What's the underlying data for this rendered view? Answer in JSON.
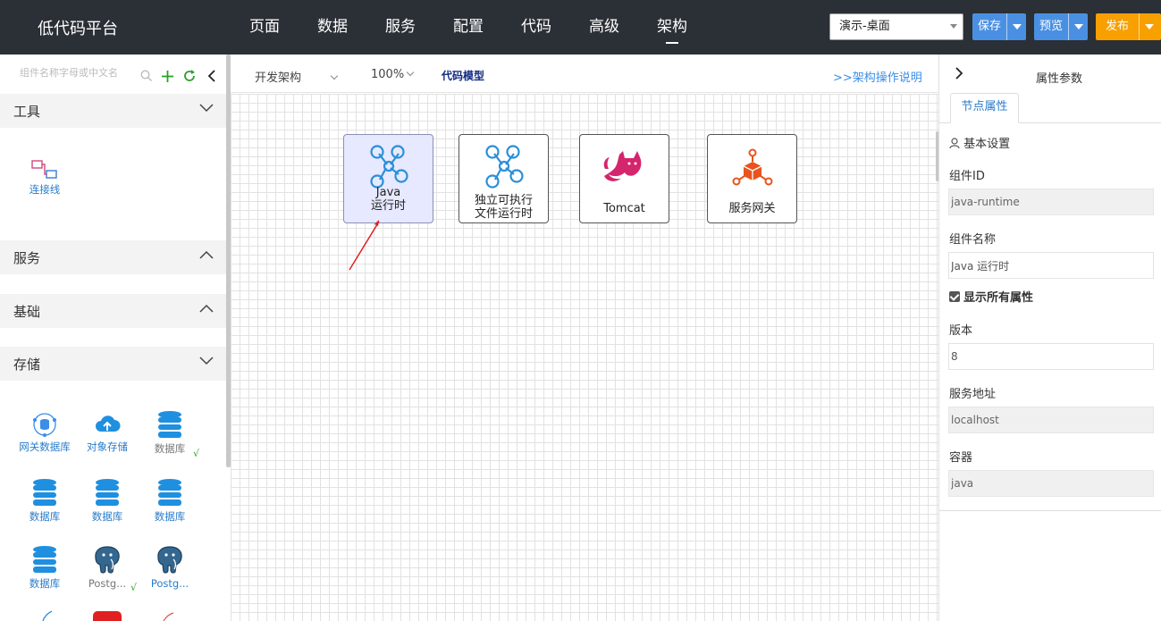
{
  "brand": "低代码平台",
  "nav": [
    "页面",
    "数据",
    "服务",
    "配置",
    "代码",
    "高级",
    "架构"
  ],
  "nav_active": "架构",
  "env_select": "演示-桌面",
  "buttons": {
    "save": "保存",
    "preview": "预览",
    "publish": "发布"
  },
  "colors": {
    "topbar": "#2b2f36",
    "primary": "#4a90e2",
    "publish": "#f7a000",
    "link": "#2a7bc8"
  },
  "left": {
    "search_placeholder": "组件名称字母或中文名",
    "groups": {
      "tools": "工具",
      "services": "服务",
      "basic": "基础",
      "storage": "存储"
    },
    "tool_items": [
      {
        "label": "连接线",
        "icon": "connector-icon"
      }
    ],
    "storage_items": [
      {
        "label": "网关数据库",
        "icon": "gateway-database-icon"
      },
      {
        "label": "对象存储",
        "icon": "cloud-upload-icon"
      },
      {
        "label": "数据库",
        "icon": "database-icon"
      },
      {
        "label": "数据库",
        "icon": "database-icon"
      },
      {
        "label": "数据库",
        "icon": "database-icon"
      },
      {
        "label": "数据库",
        "icon": "database-icon"
      },
      {
        "label": "数据库",
        "icon": "database-icon"
      },
      {
        "label": "Postg...",
        "icon": "postgresql-icon"
      },
      {
        "label": "Postg...",
        "icon": "postgresql-icon"
      }
    ],
    "check_mark": "√"
  },
  "toolbar": {
    "view_mode": "开发架构",
    "zoom": "100%",
    "code_model": "代码模型",
    "help_link": ">>架构操作说明"
  },
  "nodes": [
    {
      "line1": "Java",
      "line2": "运行时",
      "icon": "java-runtime-icon"
    },
    {
      "line1": "独立可执行",
      "line2": "文件运行时",
      "icon": "executable-runtime-icon"
    },
    {
      "line1": "Tomcat",
      "line2": "",
      "icon": "tomcat-icon"
    },
    {
      "line1": "服务网关",
      "line2": "",
      "icon": "service-gateway-icon"
    }
  ],
  "right": {
    "title": "属性参数",
    "tab": "节点属性",
    "section": "基本设置",
    "fields": {
      "component_id_label": "组件ID",
      "component_id": "java-runtime",
      "component_name_label": "组件名称",
      "component_name": "Java 运行时",
      "show_all": "显示所有属性",
      "version_label": "版本",
      "version": "8",
      "address_label": "服务地址",
      "address": "localhost",
      "container_label": "容器",
      "container": "java"
    }
  }
}
